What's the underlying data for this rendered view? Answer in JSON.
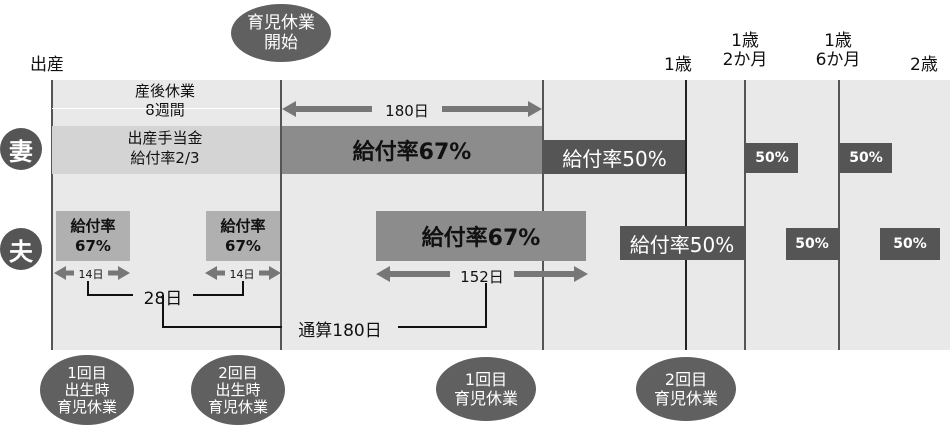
{
  "colors": {
    "bg_band": "#e8e8e8",
    "bar_dark": "#8a8a8a",
    "bar_light": "#dcdcdc",
    "tag_dark": "#555555",
    "bubble": "#606060"
  },
  "top": {
    "birth_label": "出産",
    "leave_start_bubble": "育児休業\n開始",
    "age1": "1歳",
    "age1_2m": "1歳\n2か月",
    "age1_6m": "1歳\n6か月",
    "age2": "2歳"
  },
  "wife": {
    "label": "妻",
    "maternity_leave": "産後休業\n8週間",
    "maternity_benefit": "出産手当金\n給付率2/3",
    "days_180": "180日",
    "rate67": "給付率67%",
    "rate50": "給付率50%",
    "tag1": "50%",
    "tag2": "50%"
  },
  "husband": {
    "label": "夫",
    "rate67_a": "給付率\n67%",
    "rate67_b": "給付率\n67%",
    "days14_a": "14日",
    "days14_b": "14日",
    "days28": "28日",
    "rate67_main": "給付率67%",
    "days152": "152日",
    "total180": "通算180日",
    "rate50": "給付率50%",
    "tag1": "50%",
    "tag2": "50%"
  },
  "bottom": {
    "b1": "1回目\n出生時\n育児休業",
    "b2": "2回目\n出生時\n育児休業",
    "b3": "1回目\n育児休業",
    "b4": "2回目\n育児休業"
  }
}
